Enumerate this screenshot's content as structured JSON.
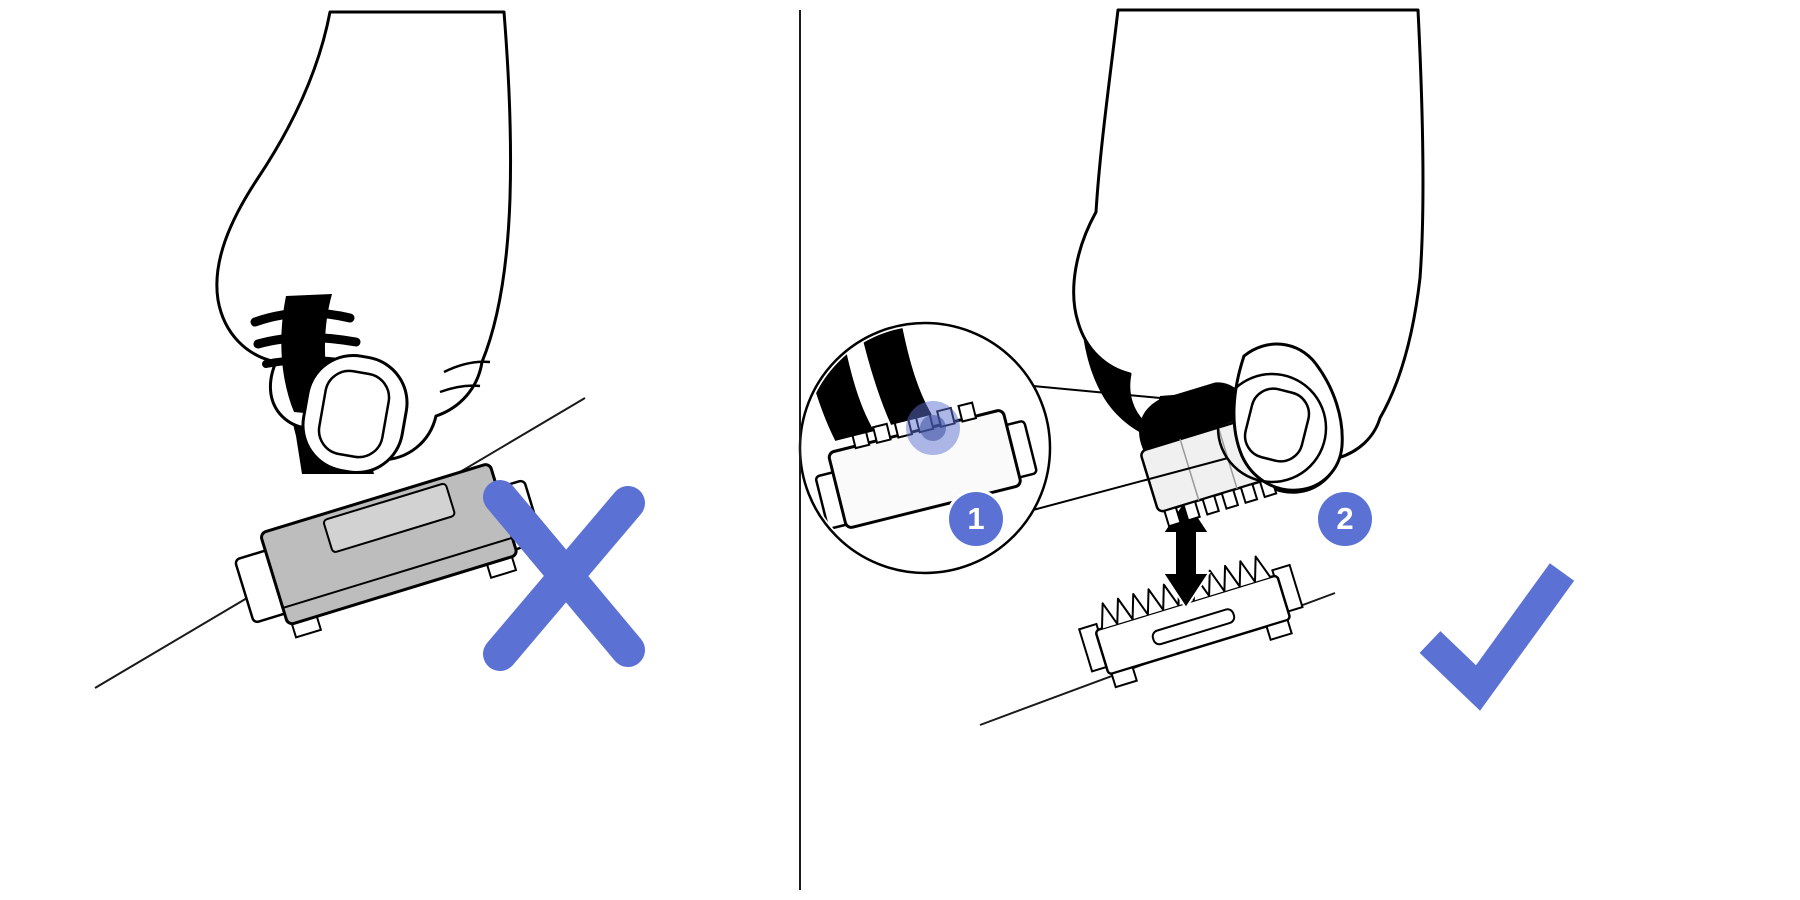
{
  "colors": {
    "accent": "#5b72d4",
    "line": "#1a1a1a",
    "connector_gray": "#bdbdbd",
    "connector_gray_light": "#d2d2d2",
    "highlight_dot": "#3d4f9e"
  },
  "steps": [
    {
      "number": "1"
    },
    {
      "number": "2"
    }
  ],
  "marks": {
    "incorrect": "x-icon",
    "correct": "check-icon"
  },
  "icons": {
    "x": "x-icon",
    "check": "check-icon",
    "arrow": "up-down-arrow-icon",
    "magnifier": "zoom-detail-circle",
    "press_point": "press-point-highlight"
  }
}
